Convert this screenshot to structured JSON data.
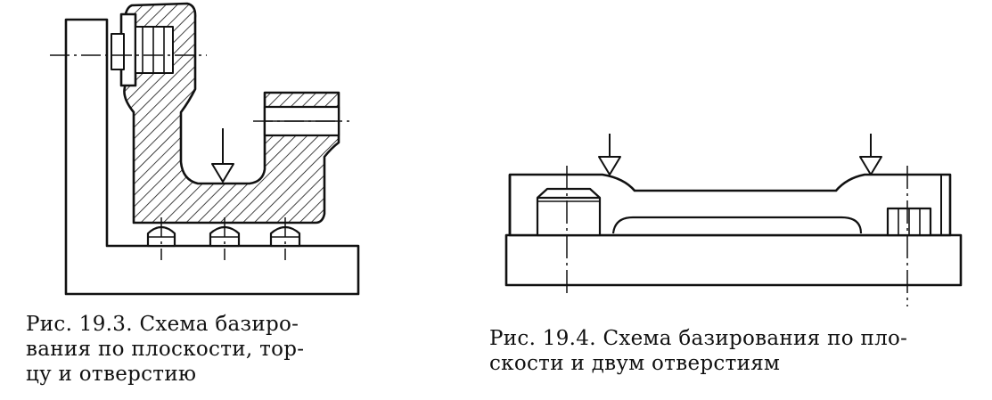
{
  "figures": [
    {
      "name": "fig-19-3",
      "caption_lines": [
        "Рис. 19.3. Схема базиро-",
        "вания по плоскости, тор-",
        "цу и отверстию"
      ]
    },
    {
      "name": "fig-19-4",
      "caption_lines": [
        "Рис. 19.4. Схема базирования по пло-",
        "скости и двум отверстиям"
      ]
    }
  ],
  "colors": {
    "ink": "#111111",
    "paper": "#ffffff"
  }
}
